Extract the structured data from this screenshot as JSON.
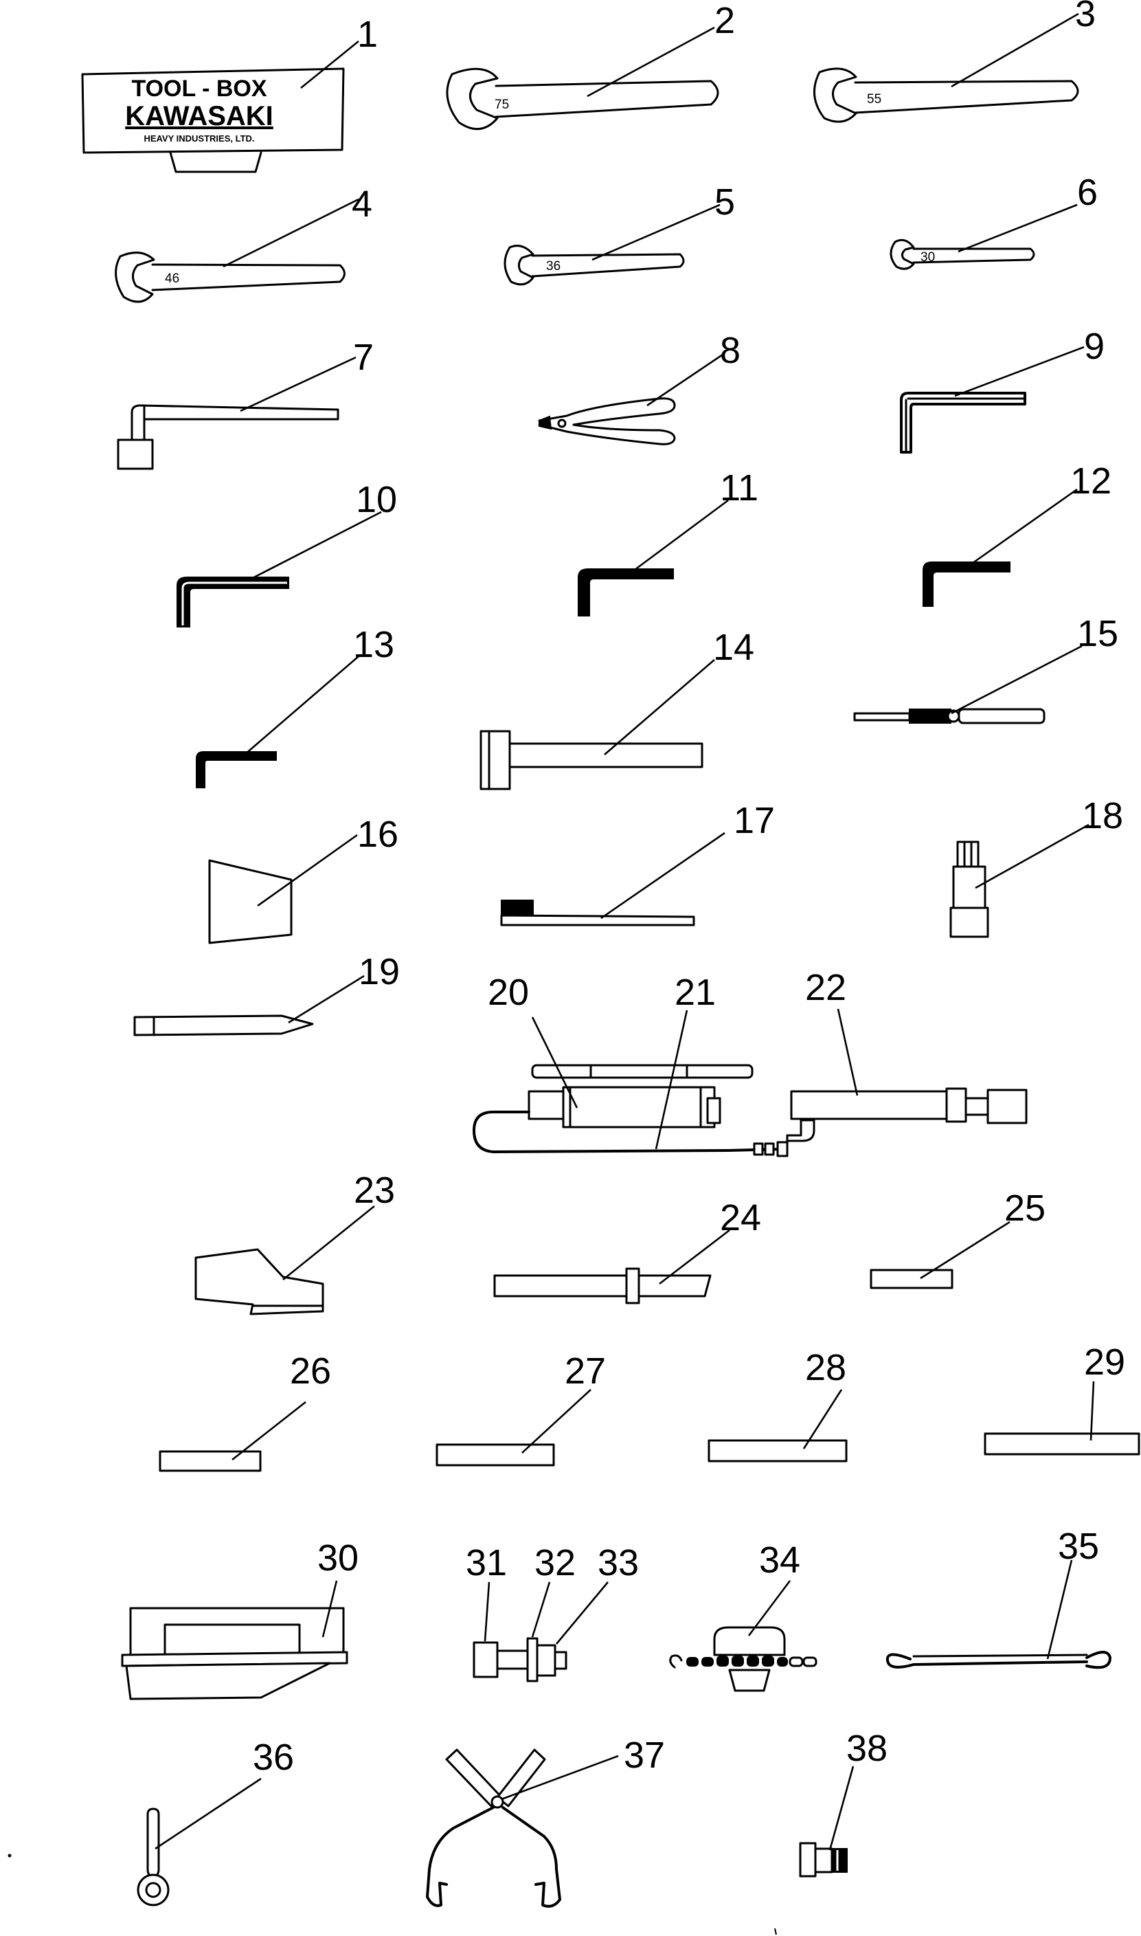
{
  "parts": [
    {
      "id": "1",
      "label": "1"
    },
    {
      "id": "2",
      "label": "2"
    },
    {
      "id": "3",
      "label": "3"
    },
    {
      "id": "4",
      "label": "4"
    },
    {
      "id": "5",
      "label": "5"
    },
    {
      "id": "6",
      "label": "6"
    },
    {
      "id": "7",
      "label": "7"
    },
    {
      "id": "8",
      "label": "8"
    },
    {
      "id": "9",
      "label": "9"
    },
    {
      "id": "10",
      "label": "10"
    },
    {
      "id": "11",
      "label": "11"
    },
    {
      "id": "12",
      "label": "12"
    },
    {
      "id": "13",
      "label": "13"
    },
    {
      "id": "14",
      "label": "14"
    },
    {
      "id": "15",
      "label": "15"
    },
    {
      "id": "16",
      "label": "16"
    },
    {
      "id": "17",
      "label": "17"
    },
    {
      "id": "18",
      "label": "18"
    },
    {
      "id": "19",
      "label": "19"
    },
    {
      "id": "20",
      "label": "20"
    },
    {
      "id": "21",
      "label": "21"
    },
    {
      "id": "22",
      "label": "22"
    },
    {
      "id": "23",
      "label": "23"
    },
    {
      "id": "24",
      "label": "24"
    },
    {
      "id": "25",
      "label": "25"
    },
    {
      "id": "26",
      "label": "26"
    },
    {
      "id": "27",
      "label": "27"
    },
    {
      "id": "28",
      "label": "28"
    },
    {
      "id": "29",
      "label": "29"
    },
    {
      "id": "30",
      "label": "30"
    },
    {
      "id": "31",
      "label": "31"
    },
    {
      "id": "32",
      "label": "32"
    },
    {
      "id": "33",
      "label": "33"
    },
    {
      "id": "34",
      "label": "34"
    },
    {
      "id": "35",
      "label": "35"
    },
    {
      "id": "36",
      "label": "36"
    },
    {
      "id": "37",
      "label": "37"
    },
    {
      "id": "38",
      "label": "38"
    }
  ],
  "toolbox": {
    "line1": "TOOL - BOX",
    "line2": "KAWASAKI",
    "line3": "HEAVY INDUSTRIES, LTD."
  },
  "wrench_sizes": {
    "w2": "75",
    "w3": "55",
    "w4": "46",
    "w5": "36",
    "w6": "30"
  }
}
